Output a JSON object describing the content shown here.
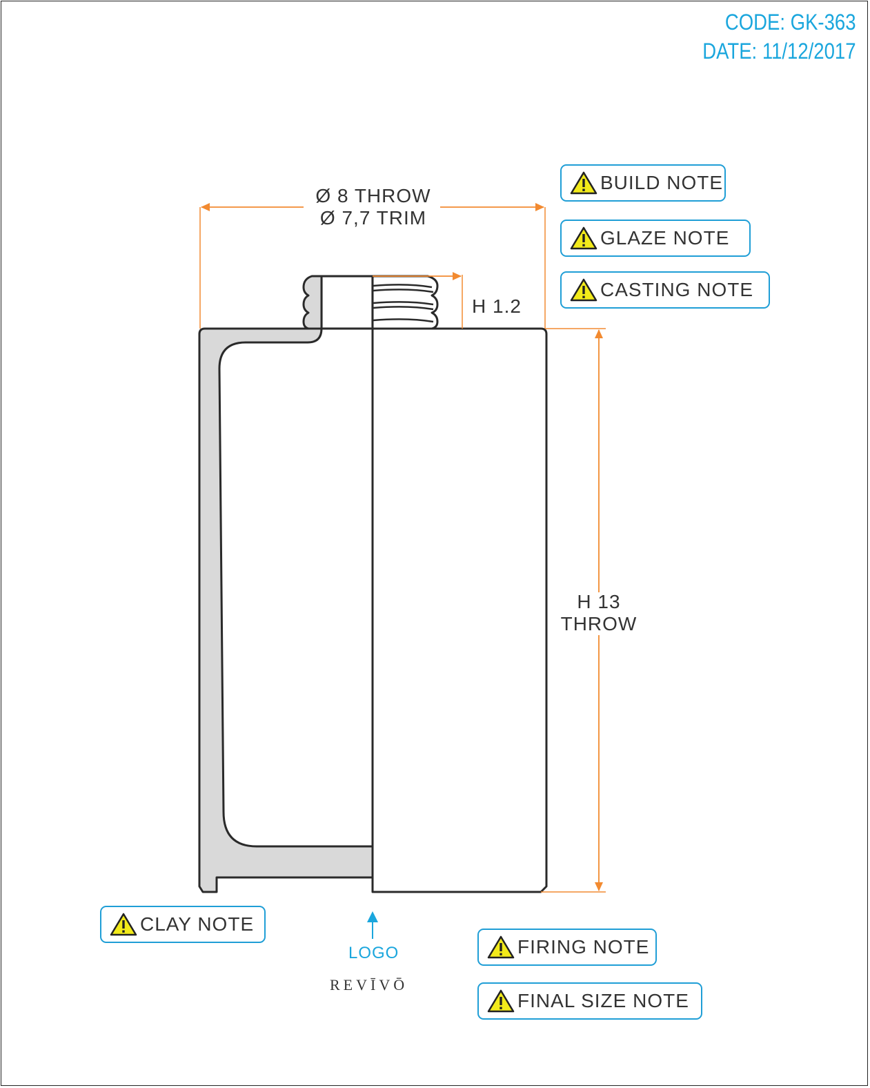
{
  "header": {
    "code": "CODE: GK-363",
    "date": "DATE: 11/12/2017"
  },
  "notes": {
    "build": "BUILD NOTE",
    "glaze": "GLAZE NOTE",
    "casting": "CASTING NOTE",
    "clay": "CLAY NOTE",
    "firing": "FIRING NOTE",
    "final_size": "FINAL SIZE NOTE"
  },
  "dimensions": {
    "diameter_throw": "Ø 8 THROW",
    "diameter_trim": "Ø 7,7 TRIM",
    "neck_height": "H 1.2",
    "height_value": "H 13",
    "height_type": "THROW"
  },
  "logo": {
    "label": "LOGO",
    "brand": "REVĪVŌ"
  },
  "colors": {
    "dimension_line": "#f28a30",
    "accent": "#1aa6dd",
    "note_border": "#1f9ed6",
    "wall_fill": "#d9d9d9",
    "warning_fill": "#f2ea1a"
  }
}
